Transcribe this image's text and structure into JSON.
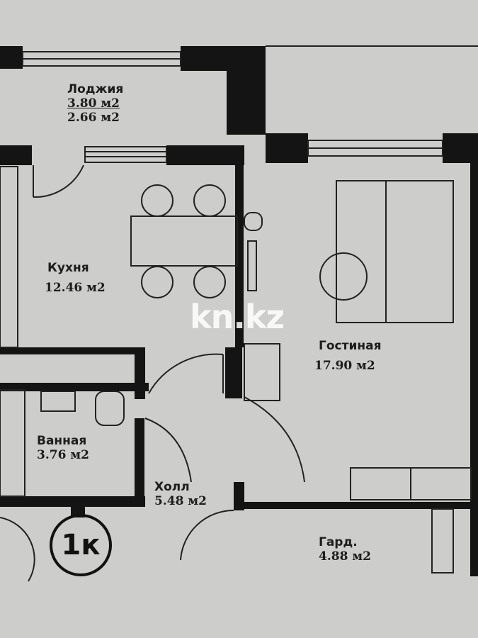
{
  "plan": {
    "type_badge": "1к",
    "watermark": "kn.kz",
    "rooms": [
      {
        "name": "Лоджия",
        "areas": [
          "3.80 м2",
          "2.66 м2"
        ]
      },
      {
        "name": "Кухня",
        "areas": [
          "12.46 м2"
        ]
      },
      {
        "name": "Гостиная",
        "areas": [
          "17.90 м2"
        ]
      },
      {
        "name": "Ванная",
        "areas": [
          "3.76 м2"
        ]
      },
      {
        "name": "Холл",
        "areas": [
          "5.48 м2"
        ]
      },
      {
        "name": "Гард.",
        "areas": [
          "4.88 м2"
        ]
      }
    ]
  },
  "colors": {
    "wall": "#141414",
    "floor": "#cdcecb",
    "line": "#222222"
  }
}
